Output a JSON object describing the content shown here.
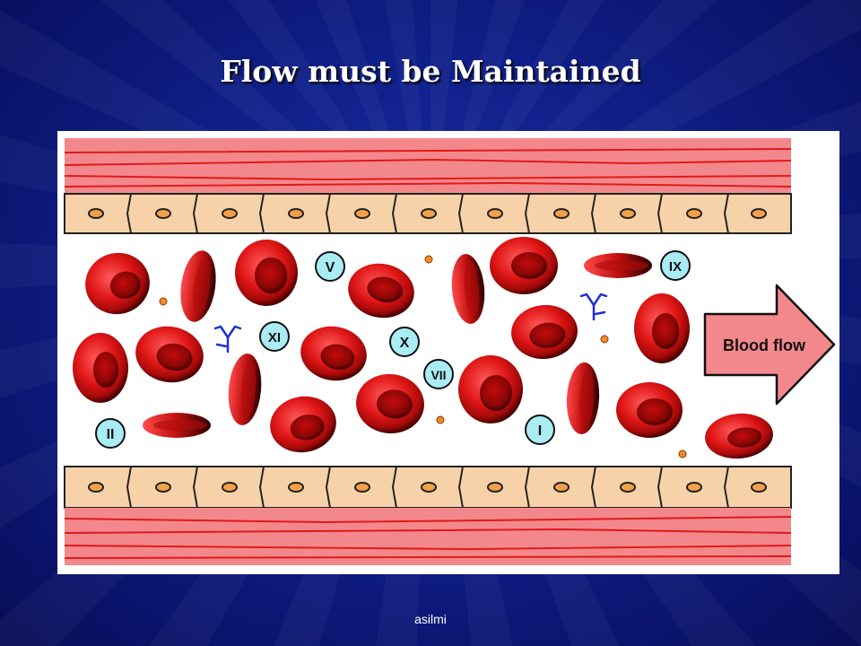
{
  "slide": {
    "title": "Flow must be Maintained",
    "footer": "asilmi"
  },
  "diagram": {
    "flow_label": "Blood flow",
    "factor_labels": {
      "v": "V",
      "ix": "IX",
      "xi": "XI",
      "x": "X",
      "vii": "VII",
      "ii": "II",
      "i": "I"
    }
  },
  "colors": {
    "background": "#0d1a7a",
    "vessel_wall": "#f3888c",
    "cell_fill": "#f7d2a8",
    "rbc": "#d81818",
    "factor_fill": "#a9ecf4",
    "antibody": "#2030d0"
  }
}
